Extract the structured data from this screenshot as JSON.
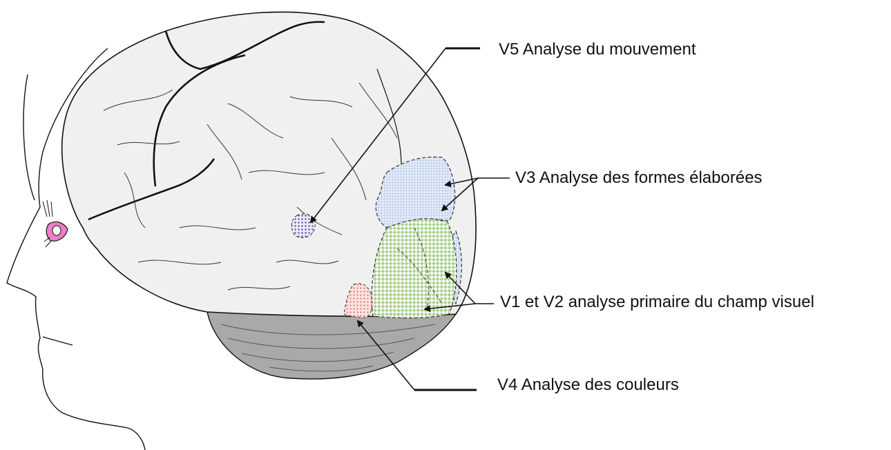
{
  "labels": {
    "v5": "V5 Analyse du mouvement",
    "v3": "V3 Analyse des formes élaborées",
    "v1v2": "V1 et V2 analyse primaire du champ visuel",
    "v4": "V4 Analyse des couleurs"
  },
  "colors": {
    "brain_fill": "#f0f0f0",
    "cerebellum_fill": "#a9a9a9",
    "v1v2_fill": "#c6e0b4",
    "v3_fill": "#c9d9ee",
    "v4_fill": "#f4b6b0",
    "v5_fill": "#b4b4d8",
    "eye_fill": "#ec7fc6",
    "line": "#111111"
  }
}
